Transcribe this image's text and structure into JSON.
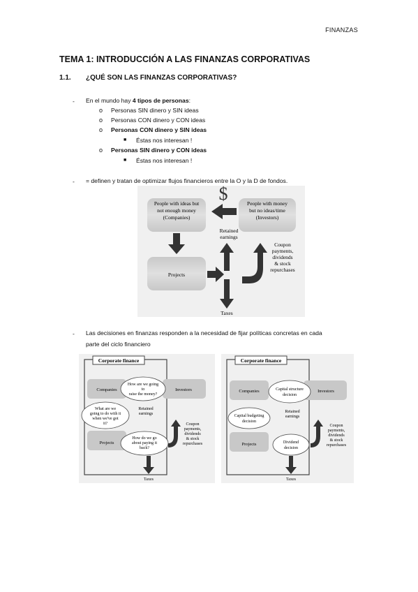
{
  "header": {
    "running_title": "FINANZAS"
  },
  "heading": {
    "title": "TEMA 1: INTRODUCCIÓN A LAS FINANZAS CORPORATIVAS"
  },
  "section": {
    "number": "1.1.",
    "title": "¿QUÉ SON LAS FINANZAS CORPORATIVAS?"
  },
  "bullet1": {
    "prefix": "En el mundo hay ",
    "bold": "4 tipos de personas",
    "suffix": ":",
    "items": [
      "Personas SIN dinero y SIN ideas",
      "Personas CON dinero y CON ideas",
      "Personas CON dinero y SIN ideas",
      "Personas SIN dinero y CON ideas"
    ],
    "note1": "Éstas nos interesan !",
    "note2": "Éstas nos interesan !"
  },
  "bullet2": {
    "text": "= definen y tratan de optimizar flujos financieros entre la O y la D de fondos."
  },
  "bullet3": {
    "line1": "Las decisiones en finanzas responden a la necesidad de fijar políticas concretas en cada",
    "line2": "parte del ciclo financiero"
  },
  "figure1": {
    "dollar": "$",
    "companies": [
      "People with ideas but",
      "not enough money",
      "(Companies)"
    ],
    "investors": [
      "People with money",
      "but no ideas/time",
      "(Investors)"
    ],
    "retained": [
      "Retained",
      "earnings"
    ],
    "projects": "Projects",
    "coupon": [
      "Coupon",
      "payments,",
      "dividends",
      "& stock",
      "repurchases"
    ],
    "taxes": "Taxes"
  },
  "figure2": {
    "title": "Corporate finance",
    "companies": "Companies",
    "investors": "Investors",
    "q1": [
      "How are we going",
      "to",
      "raise the money?"
    ],
    "q2": [
      "What are we",
      "going to do with it",
      "when we've got",
      "it?"
    ],
    "retained": [
      "Retained",
      "earnings"
    ],
    "q3": [
      "How do we go",
      "about paying it",
      "back?"
    ],
    "projects": "Projects",
    "coupon": [
      "Coupon",
      "payments,",
      "dividends",
      "& stock",
      "repurchases"
    ],
    "taxes": "Taxes"
  },
  "figure3": {
    "title": "Corporate finance",
    "companies": "Companies",
    "investors": "Investors",
    "d1": [
      "Capital structure",
      "decision"
    ],
    "d2": [
      "Capital budgeting",
      "decision"
    ],
    "retained": [
      "Retained",
      "earnings"
    ],
    "d3": [
      "Dividend",
      "decision"
    ],
    "projects": "Projects",
    "coupon": [
      "Coupon",
      "payments,",
      "dividends",
      "& stock",
      "repurchases"
    ],
    "taxes": "Taxes"
  }
}
